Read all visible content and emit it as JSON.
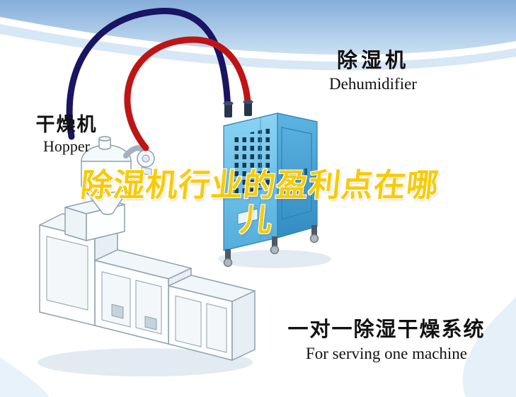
{
  "title_overlay": {
    "line1": "除湿机行业的盈利点在哪",
    "line2": "儿"
  },
  "labels": {
    "hopper": {
      "cn": "干燥机",
      "en": "Hopper"
    },
    "dehumidifier": {
      "cn": "除湿机",
      "en": "Dehumidifier"
    }
  },
  "caption": {
    "cn": "一对一除湿干燥系统",
    "en": "For serving one machine"
  },
  "icons": {
    "red_pipe": "return-air-hose",
    "navy_pipe": "dry-air-hose",
    "dehumidifier_unit": "dehumidifier-cabinet",
    "hopper_machine": "hopper-dryer-on-molding-machine"
  },
  "colors": {
    "title_yellow": "#f8cb08",
    "pipe_red": "#c01414",
    "pipe_navy": "#1a1464",
    "dehumidifier_blue": "#5fb9e6",
    "swoosh_blue": "#8fb9de",
    "text_color": "#111111"
  }
}
